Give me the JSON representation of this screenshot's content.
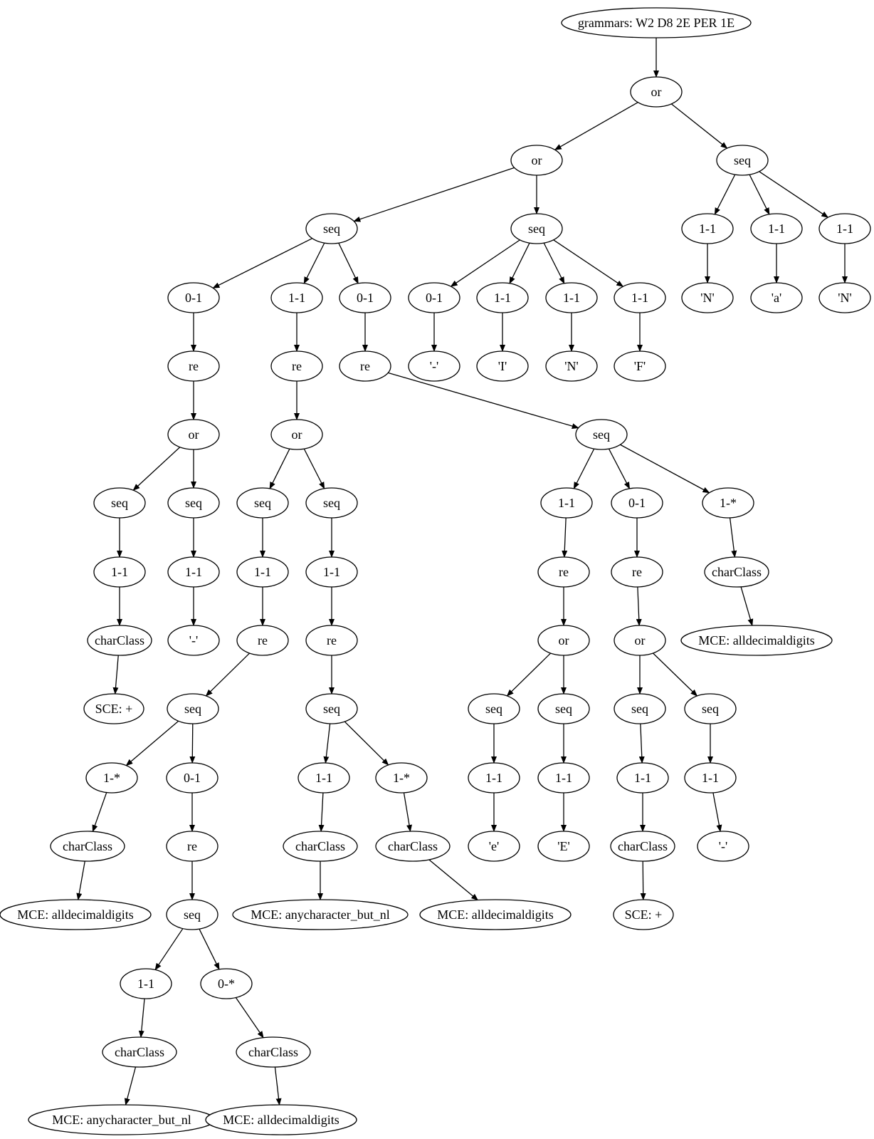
{
  "diagram": {
    "type": "graphviz-tree",
    "nodes": [
      {
        "id": "n0",
        "label": "grammars: W2 D8 2E PER 1E"
      },
      {
        "id": "n1",
        "label": "or"
      },
      {
        "id": "n2",
        "label": "or"
      },
      {
        "id": "n3",
        "label": "seq"
      },
      {
        "id": "n4",
        "label": "1-1"
      },
      {
        "id": "n5",
        "label": "1-1"
      },
      {
        "id": "n6",
        "label": "1-1"
      },
      {
        "id": "n7",
        "label": "'N'"
      },
      {
        "id": "n8",
        "label": "'a'"
      },
      {
        "id": "n9",
        "label": "'N'"
      },
      {
        "id": "n10",
        "label": "seq"
      },
      {
        "id": "n11",
        "label": "seq"
      },
      {
        "id": "n12",
        "label": "0-1"
      },
      {
        "id": "n13",
        "label": "1-1"
      },
      {
        "id": "n14",
        "label": "0-1"
      },
      {
        "id": "n15",
        "label": "0-1"
      },
      {
        "id": "n16",
        "label": "1-1"
      },
      {
        "id": "n17",
        "label": "1-1"
      },
      {
        "id": "n18",
        "label": "1-1"
      },
      {
        "id": "n19",
        "label": "'-'"
      },
      {
        "id": "n20",
        "label": "'I'"
      },
      {
        "id": "n21",
        "label": "'N'"
      },
      {
        "id": "n22",
        "label": "'F'"
      },
      {
        "id": "n23",
        "label": "re"
      },
      {
        "id": "n24",
        "label": "or"
      },
      {
        "id": "n25",
        "label": "seq"
      },
      {
        "id": "n26",
        "label": "seq"
      },
      {
        "id": "n27",
        "label": "1-1"
      },
      {
        "id": "n28",
        "label": "1-1"
      },
      {
        "id": "n29",
        "label": "charClass"
      },
      {
        "id": "n30",
        "label": "'-'"
      },
      {
        "id": "n31",
        "label": "SCE: +"
      },
      {
        "id": "n32",
        "label": "re"
      },
      {
        "id": "n33",
        "label": "or"
      },
      {
        "id": "n34",
        "label": "seq"
      },
      {
        "id": "n35",
        "label": "seq"
      },
      {
        "id": "n36",
        "label": "1-1"
      },
      {
        "id": "n37",
        "label": "1-1"
      },
      {
        "id": "n38",
        "label": "re"
      },
      {
        "id": "n39",
        "label": "re"
      },
      {
        "id": "n40",
        "label": "seq"
      },
      {
        "id": "n41",
        "label": "seq"
      },
      {
        "id": "n42",
        "label": "1-*"
      },
      {
        "id": "n43",
        "label": "0-1"
      },
      {
        "id": "n44",
        "label": "charClass"
      },
      {
        "id": "n45",
        "label": "MCE: alldecimaldigits"
      },
      {
        "id": "n46",
        "label": "re"
      },
      {
        "id": "n47",
        "label": "seq"
      },
      {
        "id": "n48",
        "label": "1-1"
      },
      {
        "id": "n49",
        "label": "0-*"
      },
      {
        "id": "n50",
        "label": "charClass"
      },
      {
        "id": "n51",
        "label": "charClass"
      },
      {
        "id": "n52",
        "label": "MCE: anycharacter_but_nl"
      },
      {
        "id": "n53",
        "label": "MCE: alldecimaldigits"
      },
      {
        "id": "n54",
        "label": "1-1"
      },
      {
        "id": "n55",
        "label": "1-*"
      },
      {
        "id": "n56",
        "label": "charClass"
      },
      {
        "id": "n57",
        "label": "charClass"
      },
      {
        "id": "n58",
        "label": "MCE: anycharacter_but_nl"
      },
      {
        "id": "n59",
        "label": "MCE: alldecimaldigits"
      },
      {
        "id": "n60",
        "label": "re"
      },
      {
        "id": "n61",
        "label": "seq"
      },
      {
        "id": "n62",
        "label": "1-1"
      },
      {
        "id": "n63",
        "label": "0-1"
      },
      {
        "id": "n64",
        "label": "1-*"
      },
      {
        "id": "n65",
        "label": "re"
      },
      {
        "id": "n66",
        "label": "re"
      },
      {
        "id": "n67",
        "label": "charClass"
      },
      {
        "id": "n68",
        "label": "MCE: alldecimaldigits"
      },
      {
        "id": "n69",
        "label": "or"
      },
      {
        "id": "n70",
        "label": "or"
      },
      {
        "id": "n71",
        "label": "seq"
      },
      {
        "id": "n72",
        "label": "seq"
      },
      {
        "id": "n73",
        "label": "seq"
      },
      {
        "id": "n74",
        "label": "seq"
      },
      {
        "id": "n75",
        "label": "1-1"
      },
      {
        "id": "n76",
        "label": "1-1"
      },
      {
        "id": "n77",
        "label": "1-1"
      },
      {
        "id": "n78",
        "label": "1-1"
      },
      {
        "id": "n79",
        "label": "'e'"
      },
      {
        "id": "n80",
        "label": "'E'"
      },
      {
        "id": "n81",
        "label": "charClass"
      },
      {
        "id": "n82",
        "label": "'-'"
      },
      {
        "id": "n83",
        "label": "SCE: +"
      }
    ],
    "edges": [
      [
        "n0",
        "n1"
      ],
      [
        "n1",
        "n2"
      ],
      [
        "n1",
        "n3"
      ],
      [
        "n3",
        "n4"
      ],
      [
        "n3",
        "n5"
      ],
      [
        "n3",
        "n6"
      ],
      [
        "n4",
        "n7"
      ],
      [
        "n5",
        "n8"
      ],
      [
        "n6",
        "n9"
      ],
      [
        "n2",
        "n10"
      ],
      [
        "n2",
        "n11"
      ],
      [
        "n10",
        "n12"
      ],
      [
        "n10",
        "n13"
      ],
      [
        "n10",
        "n14"
      ],
      [
        "n11",
        "n15"
      ],
      [
        "n11",
        "n16"
      ],
      [
        "n11",
        "n17"
      ],
      [
        "n11",
        "n18"
      ],
      [
        "n15",
        "n19"
      ],
      [
        "n16",
        "n20"
      ],
      [
        "n17",
        "n21"
      ],
      [
        "n18",
        "n22"
      ],
      [
        "n12",
        "n23"
      ],
      [
        "n23",
        "n24"
      ],
      [
        "n24",
        "n25"
      ],
      [
        "n24",
        "n26"
      ],
      [
        "n25",
        "n27"
      ],
      [
        "n26",
        "n28"
      ],
      [
        "n27",
        "n29"
      ],
      [
        "n28",
        "n30"
      ],
      [
        "n29",
        "n31"
      ],
      [
        "n13",
        "n32"
      ],
      [
        "n32",
        "n33"
      ],
      [
        "n33",
        "n34"
      ],
      [
        "n33",
        "n35"
      ],
      [
        "n34",
        "n36"
      ],
      [
        "n35",
        "n37"
      ],
      [
        "n36",
        "n38"
      ],
      [
        "n37",
        "n39"
      ],
      [
        "n38",
        "n40"
      ],
      [
        "n39",
        "n41"
      ],
      [
        "n40",
        "n42"
      ],
      [
        "n40",
        "n43"
      ],
      [
        "n42",
        "n44"
      ],
      [
        "n44",
        "n45"
      ],
      [
        "n43",
        "n46"
      ],
      [
        "n46",
        "n47"
      ],
      [
        "n47",
        "n48"
      ],
      [
        "n47",
        "n49"
      ],
      [
        "n48",
        "n50"
      ],
      [
        "n49",
        "n51"
      ],
      [
        "n50",
        "n52"
      ],
      [
        "n51",
        "n53"
      ],
      [
        "n41",
        "n54"
      ],
      [
        "n41",
        "n55"
      ],
      [
        "n54",
        "n56"
      ],
      [
        "n55",
        "n57"
      ],
      [
        "n56",
        "n58"
      ],
      [
        "n57",
        "n59"
      ],
      [
        "n14",
        "n60"
      ],
      [
        "n60",
        "n61"
      ],
      [
        "n61",
        "n62"
      ],
      [
        "n61",
        "n63"
      ],
      [
        "n61",
        "n64"
      ],
      [
        "n62",
        "n65"
      ],
      [
        "n63",
        "n66"
      ],
      [
        "n64",
        "n67"
      ],
      [
        "n67",
        "n68"
      ],
      [
        "n65",
        "n69"
      ],
      [
        "n66",
        "n70"
      ],
      [
        "n69",
        "n71"
      ],
      [
        "n69",
        "n72"
      ],
      [
        "n70",
        "n73"
      ],
      [
        "n70",
        "n74"
      ],
      [
        "n71",
        "n75"
      ],
      [
        "n72",
        "n76"
      ],
      [
        "n73",
        "n77"
      ],
      [
        "n74",
        "n78"
      ],
      [
        "n75",
        "n79"
      ],
      [
        "n76",
        "n80"
      ],
      [
        "n77",
        "n81"
      ],
      [
        "n78",
        "n82"
      ],
      [
        "n81",
        "n83"
      ]
    ]
  }
}
